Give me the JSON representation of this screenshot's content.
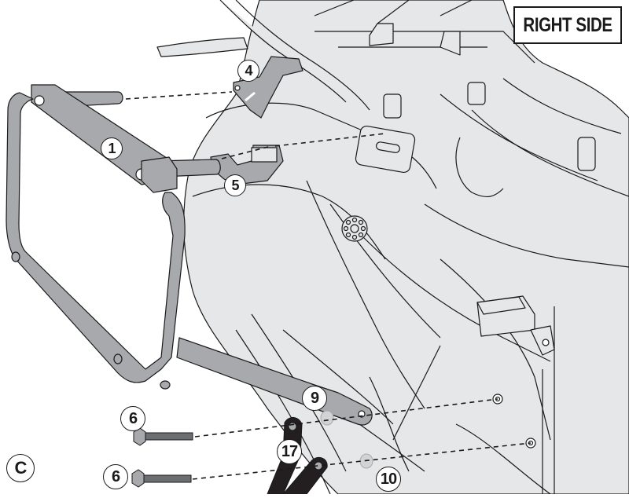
{
  "diagram": {
    "type": "exploded assembly illustration",
    "view_label": "RIGHT SIDE",
    "section_letter": "C",
    "colors": {
      "background": "#ffffff",
      "motorcycle_body": "#e6e7e8",
      "line": "#1a1a1a",
      "frame_part": "#a7a9ac",
      "bracket_dark": "#231f20",
      "spacer": "#d1d3d4"
    },
    "parts": [
      {
        "id": "1",
        "label": "1",
        "description": "side pannier frame"
      },
      {
        "id": "4",
        "label": "4",
        "description": "upper mounting bracket"
      },
      {
        "id": "5",
        "label": "5",
        "description": "mid mounting bracket"
      },
      {
        "id": "6a",
        "label": "6",
        "description": "hex flange bolt (upper)"
      },
      {
        "id": "6b",
        "label": "6",
        "description": "hex flange bolt (lower)"
      },
      {
        "id": "9",
        "label": "9",
        "description": "lower support arm"
      },
      {
        "id": "10",
        "label": "10",
        "description": "spacer"
      },
      {
        "id": "17",
        "label": "17",
        "description": "black footpeg support brackets"
      }
    ]
  }
}
